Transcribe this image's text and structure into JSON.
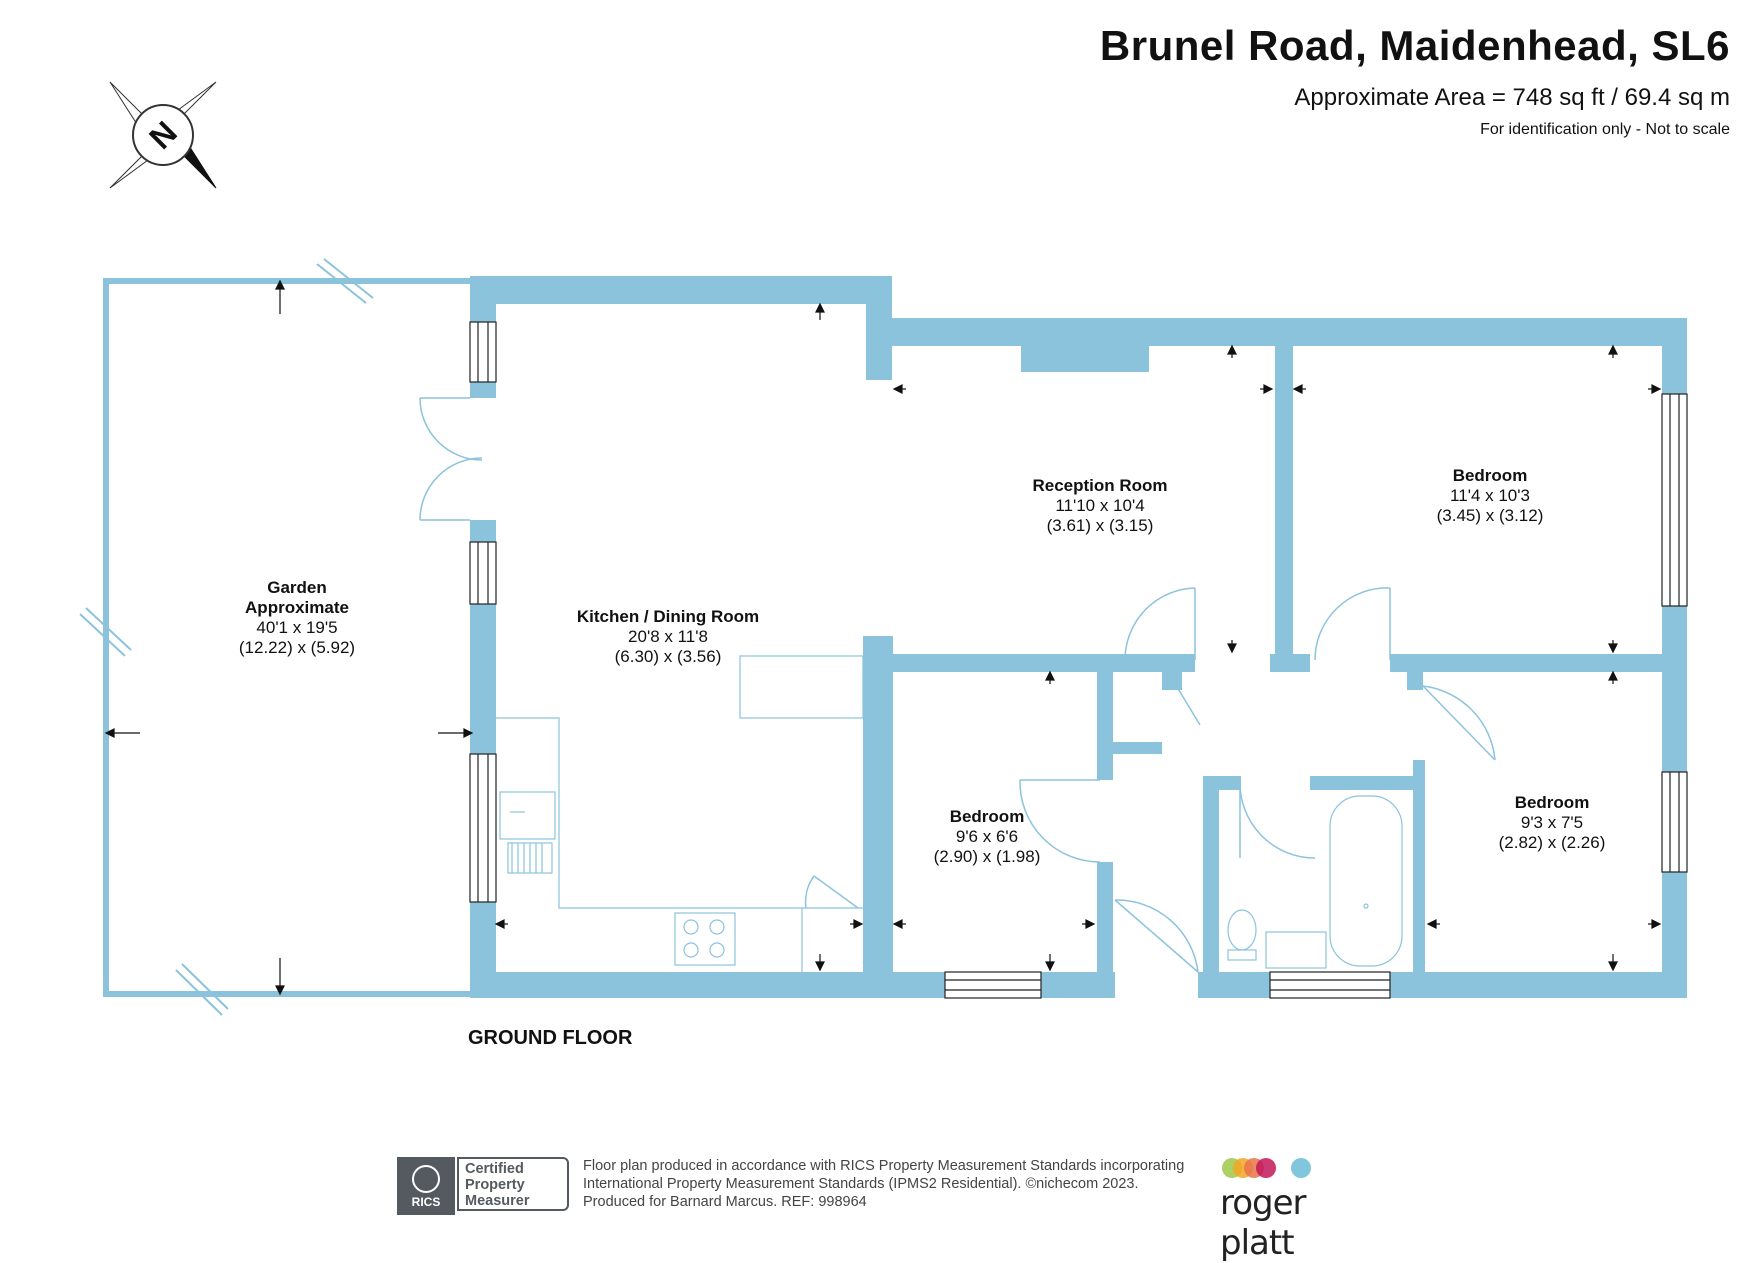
{
  "header": {
    "title": "Brunel Road, Maidenhead, SL6",
    "area": "Approximate Area = 748 sq ft / 69.4 sq m",
    "note": "For identification only - Not to scale"
  },
  "compass": {
    "icon": "compass-north-icon",
    "letter": "N"
  },
  "floor_label": "GROUND FLOOR",
  "rooms": [
    {
      "name_lines": [
        "Garden",
        "Approximate"
      ],
      "dims_imperial": "40'1 x 19'5",
      "dims_metric": "(12.22) x (5.92)"
    },
    {
      "name_lines": [
        "Kitchen / Dining Room"
      ],
      "dims_imperial": "20'8 x 11'8",
      "dims_metric": "(6.30) x (3.56)"
    },
    {
      "name_lines": [
        "Reception Room"
      ],
      "dims_imperial": "11'10 x 10'4",
      "dims_metric": "(3.61) x (3.15)"
    },
    {
      "name_lines": [
        "Bedroom"
      ],
      "dims_imperial": "11'4 x 10'3",
      "dims_metric": "(3.45) x (3.12)"
    },
    {
      "name_lines": [
        "Bedroom"
      ],
      "dims_imperial": "9'6 x 6'6",
      "dims_metric": "(2.90) x (1.98)"
    },
    {
      "name_lines": [
        "Bedroom"
      ],
      "dims_imperial": "9'3 x 7'5",
      "dims_metric": "(2.82) x (2.26)"
    }
  ],
  "colors": {
    "wall": "#8cc3dc",
    "fixture": "#8cc3dc",
    "text": "#111111"
  },
  "footer": {
    "lines": [
      "Floor plan produced in accordance with RICS Property Measurement Standards incorporating",
      "International Property Measurement Standards (IPMS2 Residential).   ©nichecom 2023.",
      "Produced for Barnard Marcus.   REF:  998964"
    ],
    "rics_logo": "RICS",
    "rics_badge": [
      "Certified",
      "Property",
      "Measurer"
    ],
    "brand": "roger platt",
    "brand_dot_colors": [
      "#9dc84a",
      "#f5a623",
      "#e8734a",
      "#c2185b",
      "#6bbcd6"
    ]
  }
}
